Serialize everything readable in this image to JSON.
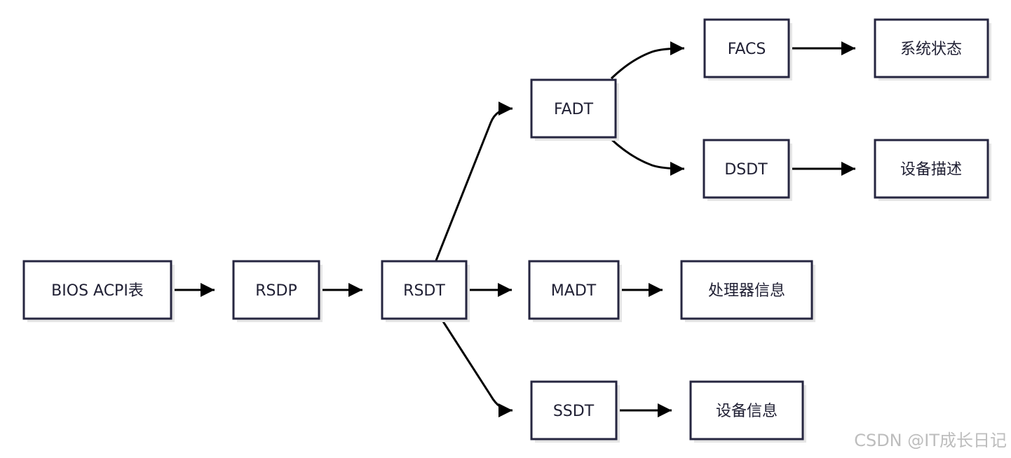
{
  "nodes": {
    "bios": "BIOS ACPI表",
    "rsdp": "RSDP",
    "rsdt": "RSDT",
    "fadt": "FADT",
    "madt": "MADT",
    "ssdt": "SSDT",
    "facs": "FACS",
    "dsdt": "DSDT",
    "sys_state": "系统状态",
    "dev_desc": "设备描述",
    "cpu_info": "处理器信息",
    "dev_info": "设备信息"
  },
  "edges": [
    {
      "from": "bios",
      "to": "rsdp"
    },
    {
      "from": "rsdp",
      "to": "rsdt"
    },
    {
      "from": "rsdt",
      "to": "fadt"
    },
    {
      "from": "rsdt",
      "to": "madt"
    },
    {
      "from": "rsdt",
      "to": "ssdt"
    },
    {
      "from": "fadt",
      "to": "facs"
    },
    {
      "from": "fadt",
      "to": "dsdt"
    },
    {
      "from": "facs",
      "to": "sys_state"
    },
    {
      "from": "dsdt",
      "to": "dev_desc"
    },
    {
      "from": "madt",
      "to": "cpu_info"
    },
    {
      "from": "ssdt",
      "to": "dev_info"
    }
  ],
  "watermark": "CSDN @IT成长日记"
}
